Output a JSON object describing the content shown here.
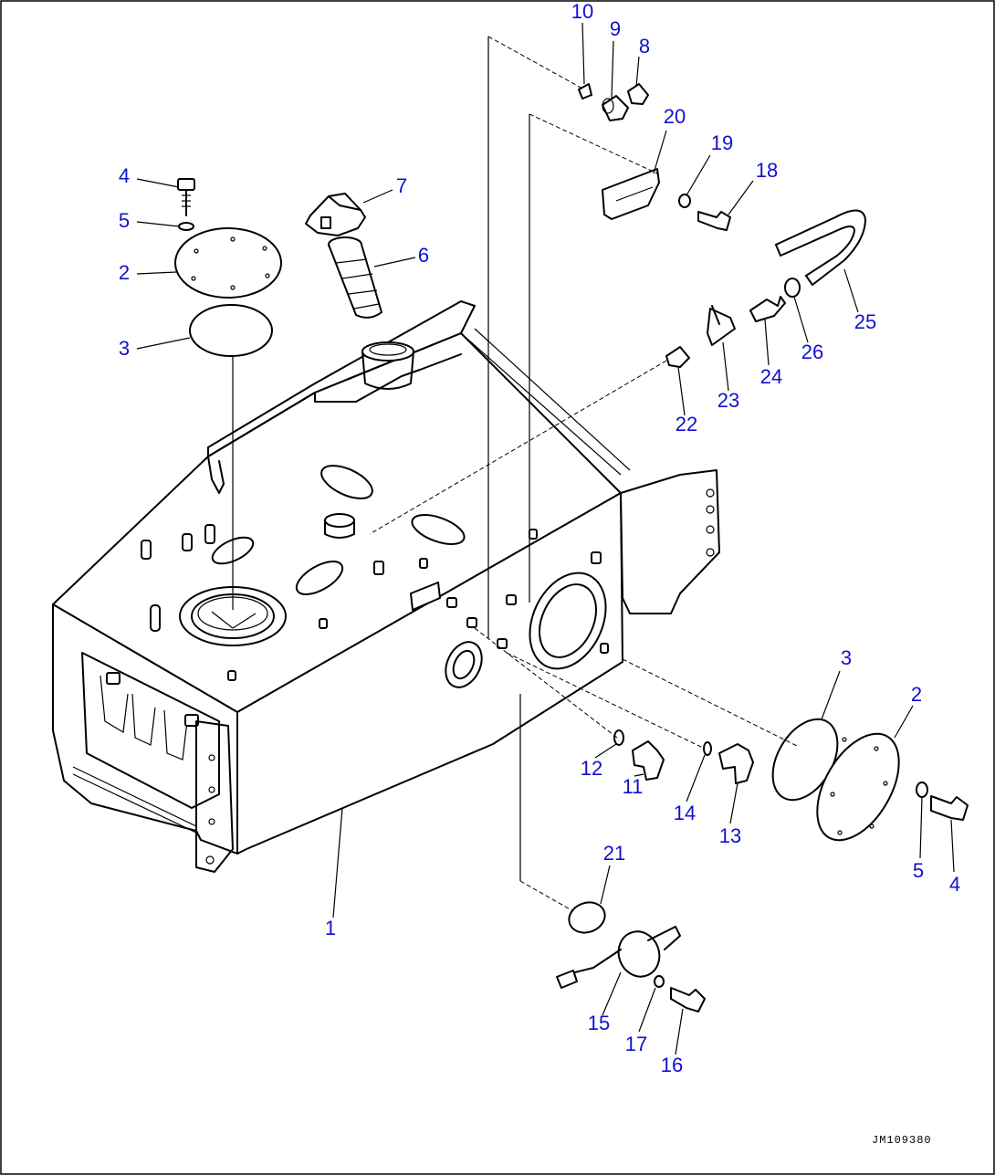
{
  "diagram": {
    "drawing_code": "JM109380",
    "callouts": [
      {
        "id": "c1",
        "label": "1"
      },
      {
        "id": "c2a",
        "label": "2"
      },
      {
        "id": "c2b",
        "label": "2"
      },
      {
        "id": "c3a",
        "label": "3"
      },
      {
        "id": "c3b",
        "label": "3"
      },
      {
        "id": "c4a",
        "label": "4"
      },
      {
        "id": "c4b",
        "label": "4"
      },
      {
        "id": "c5a",
        "label": "5"
      },
      {
        "id": "c5b",
        "label": "5"
      },
      {
        "id": "c6",
        "label": "6"
      },
      {
        "id": "c7",
        "label": "7"
      },
      {
        "id": "c8",
        "label": "8"
      },
      {
        "id": "c9",
        "label": "9"
      },
      {
        "id": "c10",
        "label": "10"
      },
      {
        "id": "c11",
        "label": "11"
      },
      {
        "id": "c12",
        "label": "12"
      },
      {
        "id": "c13",
        "label": "13"
      },
      {
        "id": "c14",
        "label": "14"
      },
      {
        "id": "c15",
        "label": "15"
      },
      {
        "id": "c16",
        "label": "16"
      },
      {
        "id": "c17",
        "label": "17"
      },
      {
        "id": "c18",
        "label": "18"
      },
      {
        "id": "c19",
        "label": "19"
      },
      {
        "id": "c20",
        "label": "20"
      },
      {
        "id": "c21",
        "label": "21"
      },
      {
        "id": "c22",
        "label": "22"
      },
      {
        "id": "c23",
        "label": "23"
      },
      {
        "id": "c24",
        "label": "24"
      },
      {
        "id": "c25",
        "label": "25"
      },
      {
        "id": "c26",
        "label": "26"
      }
    ]
  }
}
